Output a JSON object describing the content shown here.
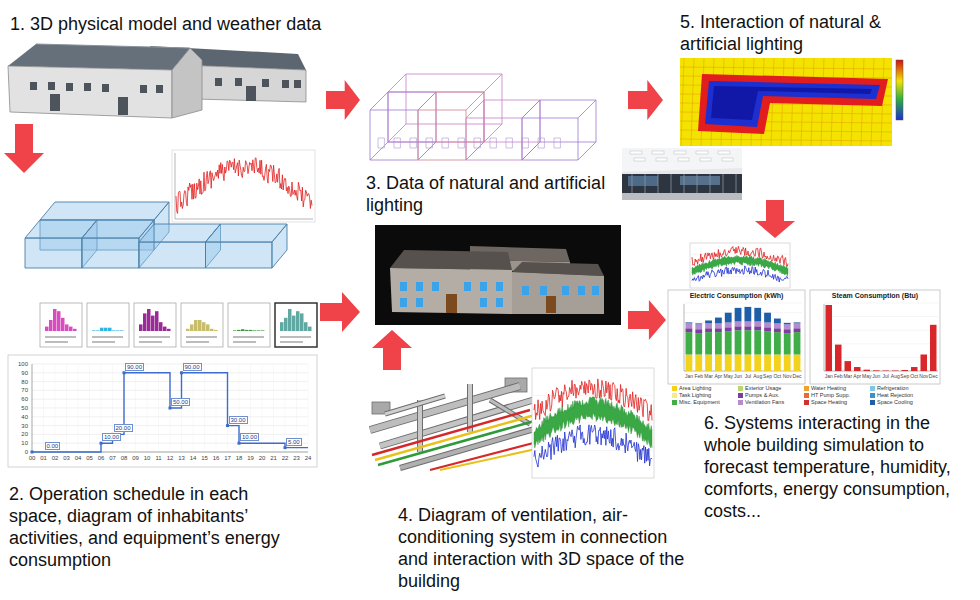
{
  "diagram": {
    "nodes": [
      {
        "text": [
          "1. 3D physical model and weather data"
        ]
      },
      {
        "text": [
          "2. Operation schedule in each space, diagram of inhabitants’ activities, and equipment’s energy consumption"
        ]
      },
      {
        "text": [
          "3. Data of natural and artificial lighting"
        ]
      },
      {
        "text": [
          "4. Diagram of ventilation, air-conditioning system in connection and interaction with 3D space of the building"
        ]
      },
      {
        "text": [
          "5. Interaction of natural & artificial lighting"
        ]
      },
      {
        "text": [
          "6. Systems interacting in the whole building simulation to forecast temperature, humidity, comforts, energy consumption, costs..."
        ]
      }
    ],
    "edges": [
      {
        "from": 0,
        "to": 1,
        "arrow": "to"
      },
      {
        "from": 0,
        "to": 2,
        "arrow": "to"
      },
      {
        "from": 2,
        "to": 4,
        "arrow": "to"
      },
      {
        "from": 1,
        "to": 2,
        "arrow": "to"
      },
      {
        "from": 3,
        "to": 2,
        "arrow": "to"
      },
      {
        "from": 2,
        "to": 5,
        "arrow": "to"
      },
      {
        "from": 4,
        "to": 5,
        "arrow": "to"
      }
    ],
    "labels": [
      "Electric Consumption (kWh)",
      "Steam Consumption (Btu)",
      "Jan",
      "Feb",
      "Mar",
      "Apr",
      "May",
      "Jun",
      "Jul",
      "Aug",
      "Sep",
      "Oct",
      "Nov",
      "Dec",
      "Jan",
      "Feb",
      "Mar",
      "Apr",
      "May",
      "Jun",
      "Jul",
      "Aug",
      "Sep",
      "Oct",
      "Nov",
      "Dec",
      "0",
      "10",
      "20",
      "30",
      "40",
      "50",
      "60",
      "70",
      "80",
      "90",
      "100",
      "00",
      "01",
      "02",
      "03",
      "04",
      "05",
      "06",
      "07",
      "08",
      "09",
      "10",
      "11",
      "12",
      "13",
      "14",
      "15",
      "16",
      "17",
      "18",
      "19",
      "20",
      "21",
      "22",
      "23",
      "24",
      "0.00",
      "10.00",
      "20.00",
      "90.00",
      "50.00",
      "90.00",
      "30.00",
      "10.00",
      "5.00"
    ],
    "legend": [
      {
        "text": "Area Lighting",
        "color": "#f2d21c"
      },
      {
        "text": "Task Lighting",
        "color": "#f7e98e"
      },
      {
        "text": "Misc. Equipment",
        "color": "#3fae49"
      },
      {
        "text": "Exterior Usage",
        "color": "#b7d96b"
      },
      {
        "text": "Pumps & Aux.",
        "color": "#7b3fa0"
      },
      {
        "text": "Ventilation Fans",
        "color": "#b58cd0"
      },
      {
        "text": "Water Heating",
        "color": "#f0a030"
      },
      {
        "text": "HT Pump Supp.",
        "color": "#e86a3a"
      },
      {
        "text": "Space Heating",
        "color": "#d32f2f"
      },
      {
        "text": "Refrigeration",
        "color": "#7ec8e3"
      },
      {
        "text": "Heat Rejection",
        "color": "#3f8fd0"
      },
      {
        "text": "Space Cooling",
        "color": "#1f5fa8"
      }
    ]
  }
}
